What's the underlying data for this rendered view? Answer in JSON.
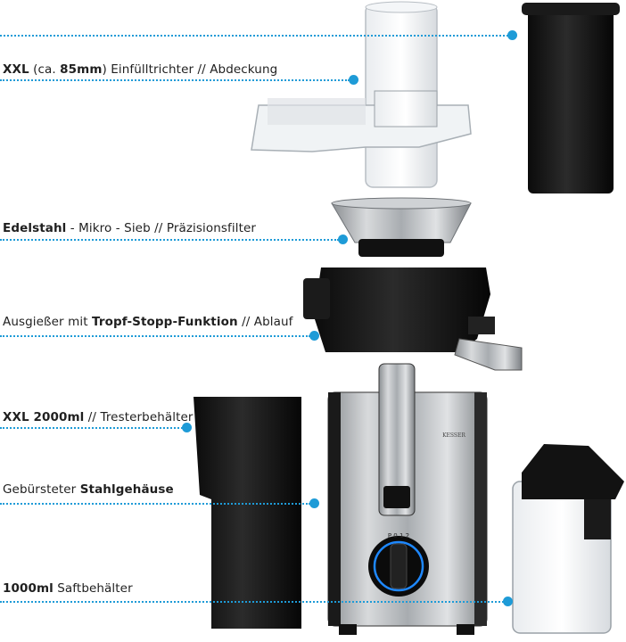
{
  "labels": {
    "funnel": {
      "bold1": "XXL",
      "text1": " (ca. ",
      "bold2": "85mm",
      "text2": ") Einfülltrichter // Abdeckung"
    },
    "sieve": {
      "bold1": "Edelstahl",
      "text1": " - Mikro - Sieb // Präzisionsfilter"
    },
    "spout": {
      "text1": "Ausgießer mit ",
      "bold1": "Tropf-Stopp-Funktion",
      "text2": " // Ablauf"
    },
    "pulp": {
      "bold1": "XXL 2000ml",
      "text1": " // Tresterbehälter"
    },
    "housing": {
      "text1": "Gebürsteter ",
      "bold1": "Stahlgehäuse"
    },
    "juice": {
      "bold1": "1000ml",
      "text1": " Saftbehälter"
    }
  },
  "brand_logo": "KESSER",
  "dial_marks": "P 0 1 2",
  "colors": {
    "accent": "#1e9bd7",
    "text": "#1f1f1f",
    "plastic_black": "#141414",
    "steel": "#b9bcbf"
  },
  "icons": [
    "pusher-icon",
    "funnel-cover-icon",
    "sieve-icon",
    "spout-icon",
    "pulp-container-icon",
    "motor-base-icon",
    "speed-dial-icon",
    "juice-jug-icon"
  ]
}
